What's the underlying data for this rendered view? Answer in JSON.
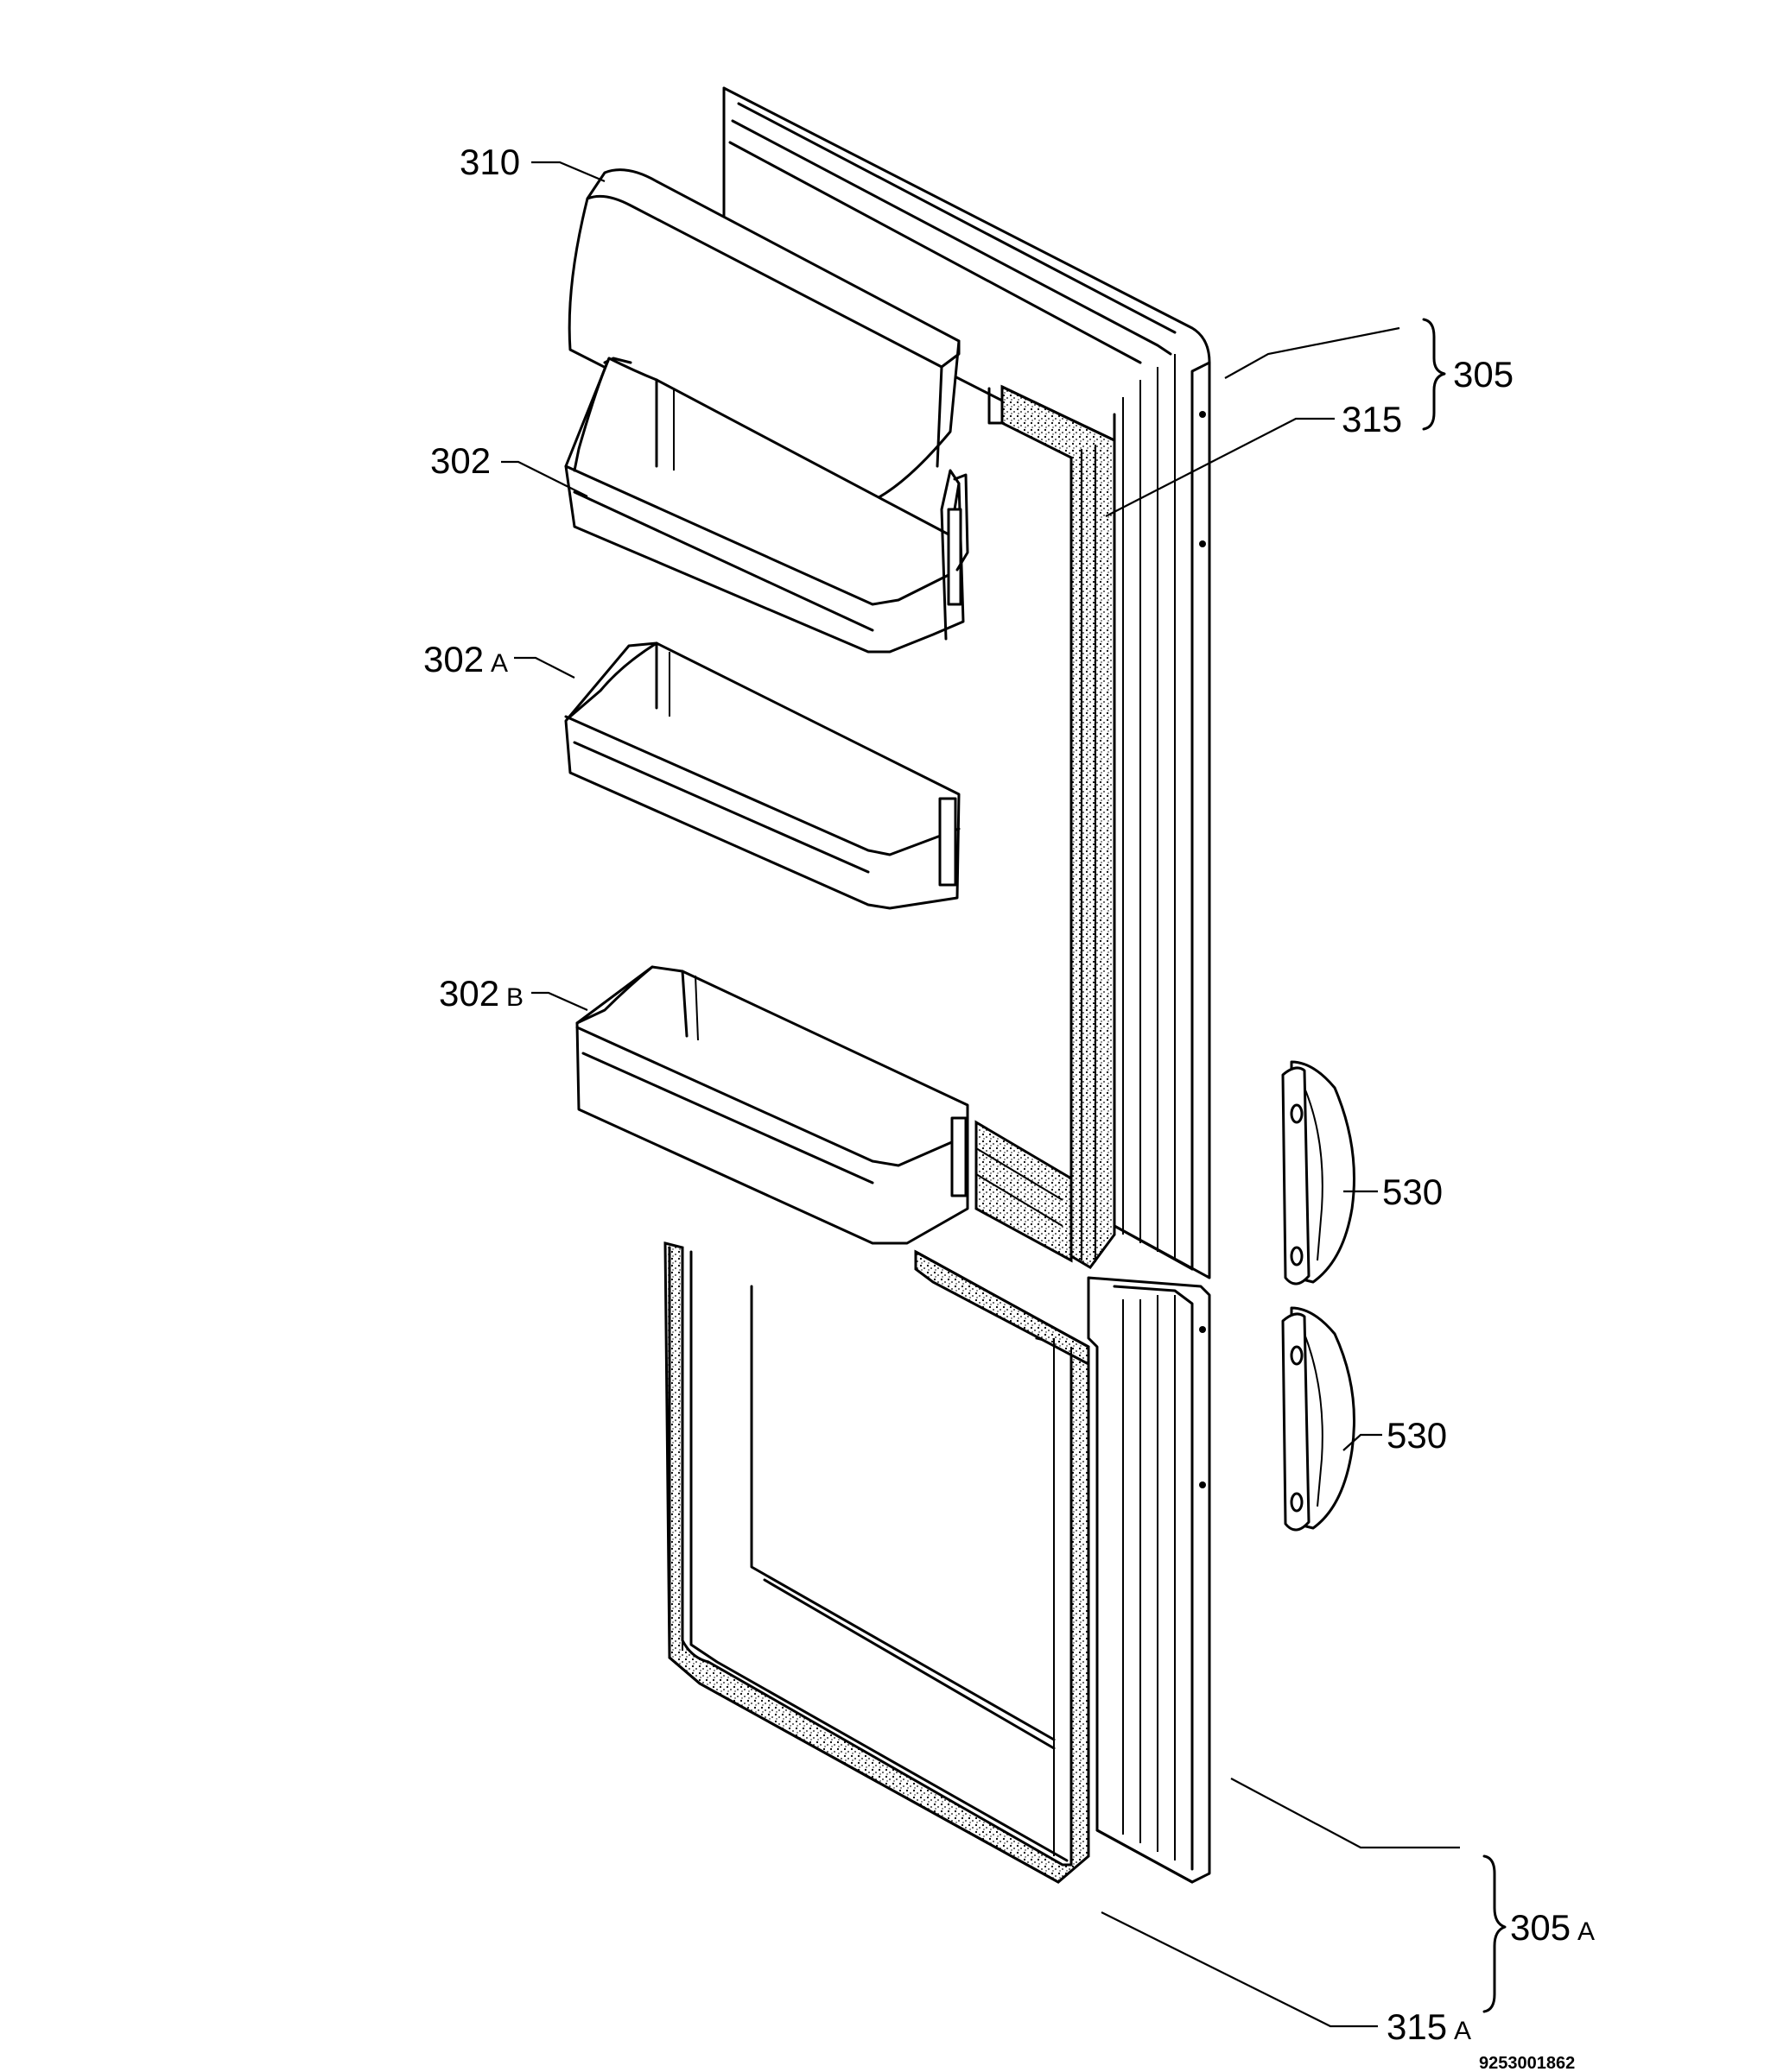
{
  "labels": {
    "p310": "310",
    "p302": "302",
    "p302a": "302",
    "p302a_suffix": "A",
    "p302b": "302",
    "p302b_suffix": "B",
    "p305": "305",
    "p315": "315",
    "p530_top": "530",
    "p530_bottom": "530",
    "p305a": "305",
    "p305a_suffix": "A",
    "p315a": "315",
    "p315a_suffix": "A"
  },
  "document_number": "9253001862"
}
